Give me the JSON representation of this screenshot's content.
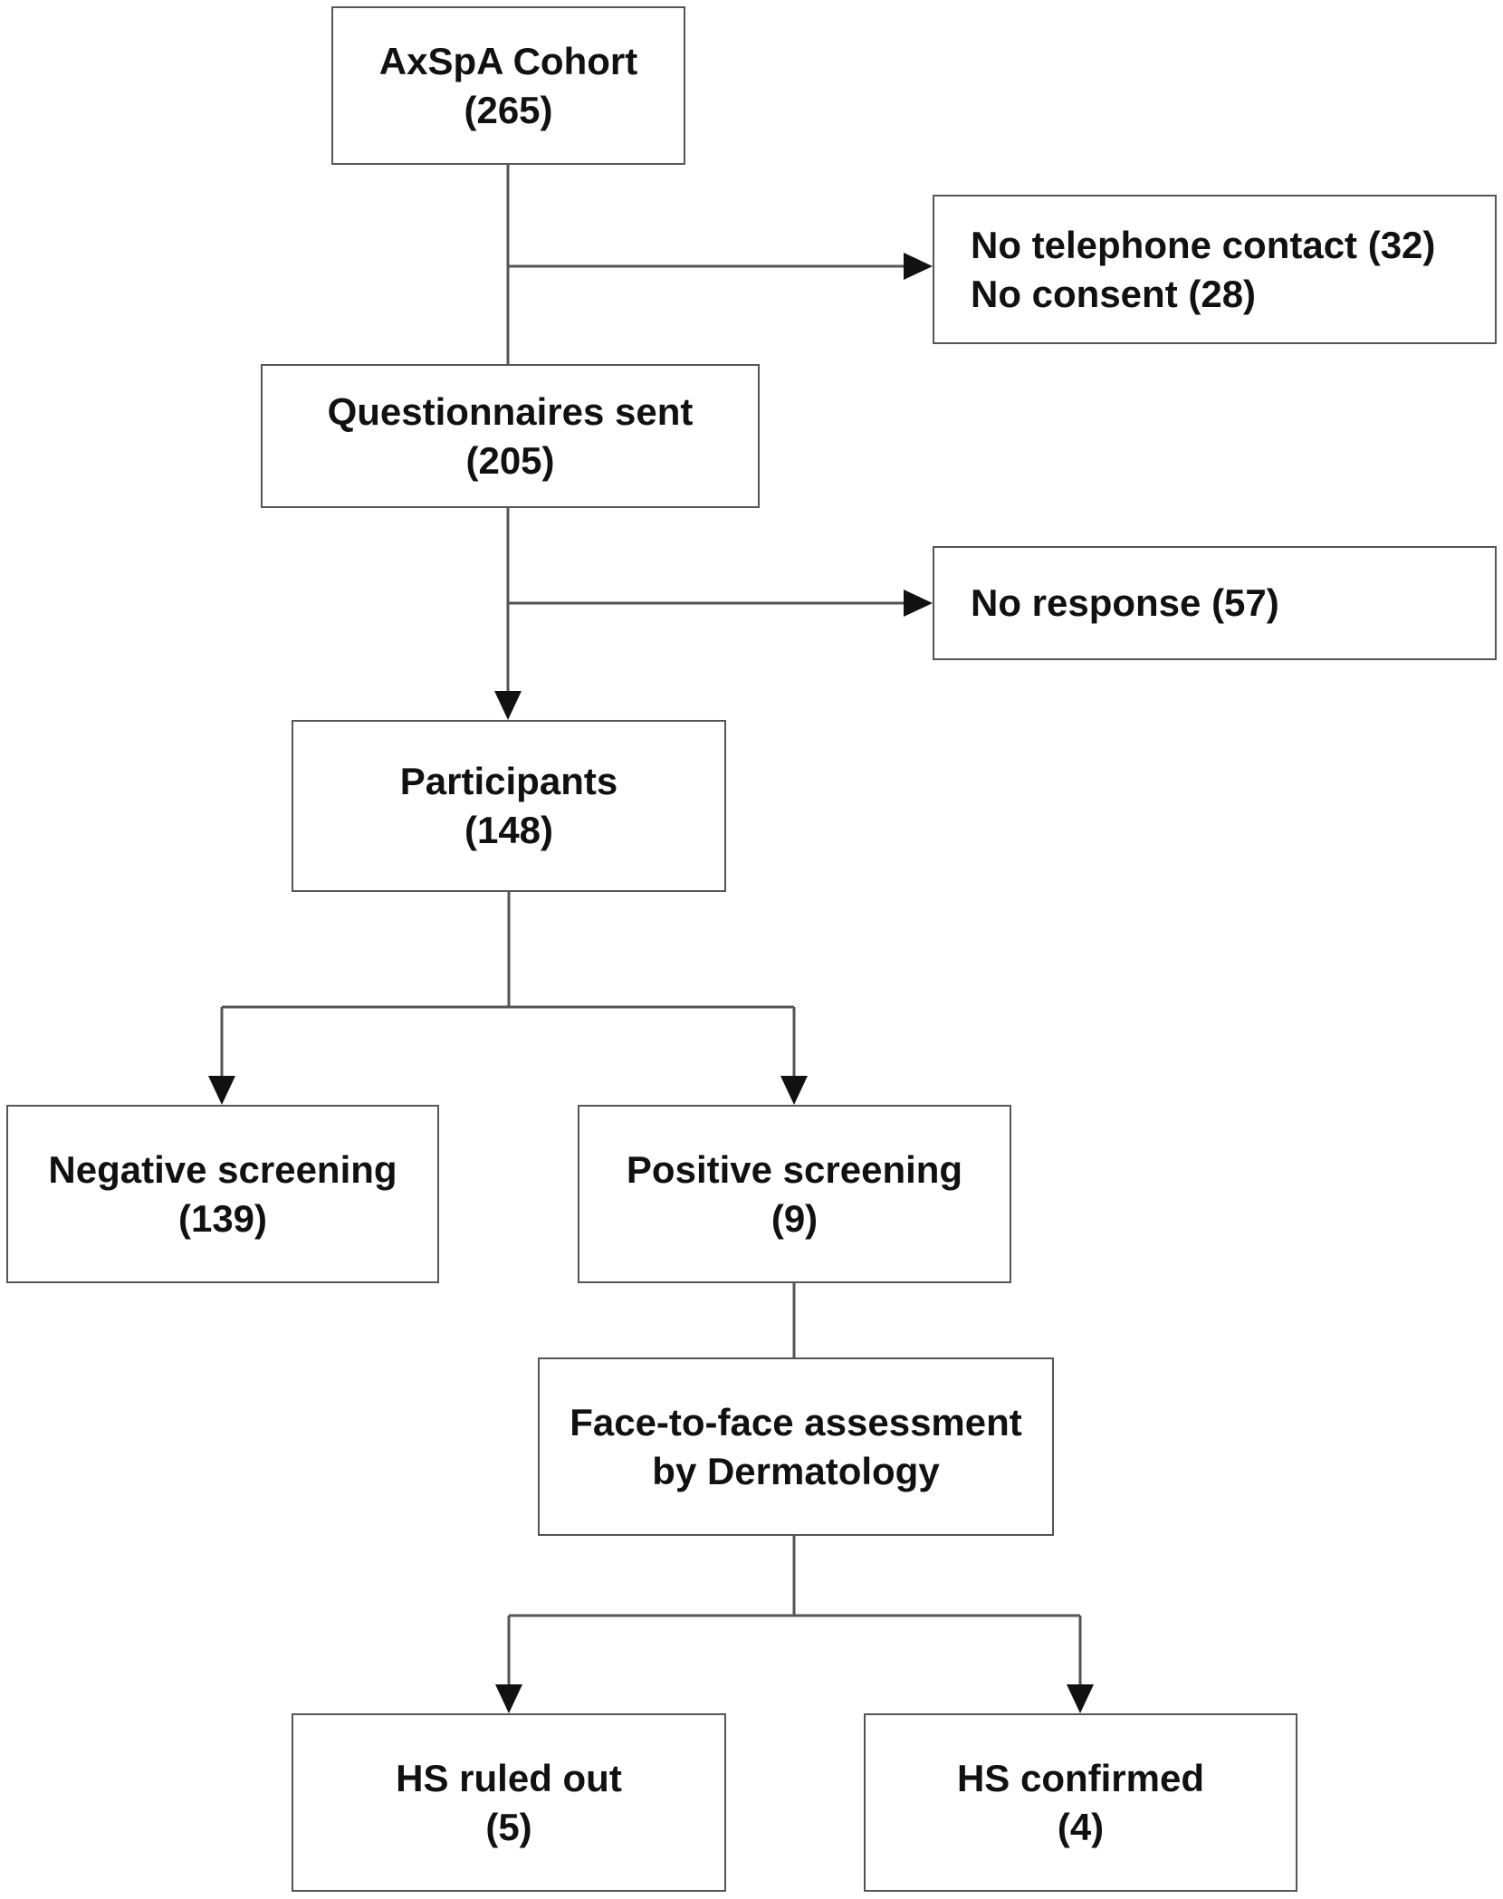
{
  "colors": {
    "stroke": "#555555",
    "text": "#111111",
    "background": "#ffffff"
  },
  "nodes": {
    "cohort": {
      "lines": [
        "AxSpA Cohort",
        "(265)"
      ]
    },
    "excluded_contact": {
      "lines": [
        "No telephone contact (32)",
        "No consent (28)"
      ]
    },
    "questionnaires": {
      "lines": [
        "Questionnaires sent",
        "(205)"
      ]
    },
    "no_response": {
      "lines": [
        "No response (57)"
      ]
    },
    "participants": {
      "lines": [
        "Participants",
        "(148)"
      ]
    },
    "negative": {
      "lines": [
        "Negative screening",
        "(139)"
      ]
    },
    "positive": {
      "lines": [
        "Positive screening",
        "(9)"
      ]
    },
    "assessment": {
      "lines": [
        "Face-to-face assessment",
        "by Dermatology"
      ]
    },
    "ruled_out": {
      "lines": [
        "HS ruled out",
        "(5)"
      ]
    },
    "confirmed": {
      "lines": [
        "HS confirmed",
        "(4)"
      ]
    }
  },
  "edges": [
    {
      "from": "cohort",
      "to": "excluded_contact",
      "arrow": true
    },
    {
      "from": "cohort",
      "to": "questionnaires",
      "arrow": false
    },
    {
      "from": "questionnaires",
      "to": "no_response",
      "arrow": true
    },
    {
      "from": "questionnaires",
      "to": "participants",
      "arrow": true
    },
    {
      "from": "participants",
      "to": "negative",
      "arrow": true
    },
    {
      "from": "participants",
      "to": "positive",
      "arrow": true
    },
    {
      "from": "positive",
      "to": "assessment",
      "arrow": false
    },
    {
      "from": "assessment",
      "to": "ruled_out",
      "arrow": true
    },
    {
      "from": "assessment",
      "to": "confirmed",
      "arrow": true
    }
  ]
}
